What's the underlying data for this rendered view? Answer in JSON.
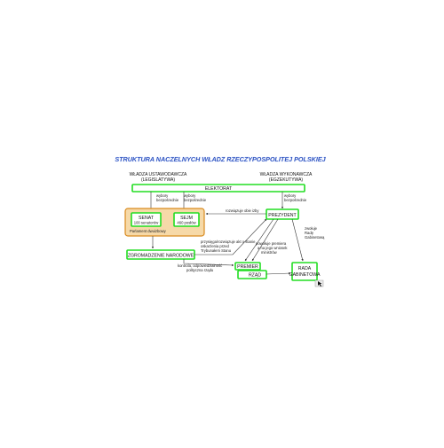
{
  "title": "STRUKTURA NACZELNYCH WŁADZ RZECZYPOSPOLITEJ POLSKIEJ",
  "headers": {
    "legislative_line1": "WŁADZA USTAWODAWCZA",
    "legislative_line2": "(LEGISLATYWA)",
    "executive_line1": "WŁADZA WYKONAWCZA",
    "executive_line2": "(EGZEKUTYWA)"
  },
  "nodes": {
    "elektorat": "ELEKTORAT",
    "senat": "SENAT",
    "senat_sub": "100 senatorów",
    "sejm": "SEJM",
    "sejm_sub": "460 posłów",
    "parlament": "Parlament dwuizbowy",
    "prezydent": "PREZYDENT",
    "zgromadzenie": "ZGROMADZENIE NARODOWE",
    "premier": "PREMIER",
    "rzad": "RZĄD",
    "rada_line1": "RADA",
    "rada_line2": "GABINETOWA"
  },
  "edge_labels": {
    "wybory_senat_1": "wybory",
    "wybory_senat_2": "bezpośrednie",
    "wybory_sejm_1": "wybory",
    "wybory_sejm_2": "bezpośrednie",
    "wybory_prez_1": "wybory",
    "wybory_prez_2": "bezpośrednie",
    "zwolanie": "rozwiązuje obie izby",
    "zgr_1": "przysięga/rozwiązuje akt o stanie",
    "zgr_2": "oskarżenia przed",
    "zgr_3": "Trybunałem Stanu",
    "kontrola_1": "kontrola, odpowiedzialność",
    "kontrola_2": "polityczna rządu",
    "powolanie_1": "powołuje premiera",
    "powolanie_2": "a na jego wniosek",
    "powolanie_3": "ministrów",
    "zwoluje_1": "zwołuje",
    "zwoluje_2": "Radę",
    "zwoluje_3": "Gabinetową"
  },
  "colors": {
    "box_border": "#22dd22",
    "parliament_fill": "#f6d9a8",
    "parliament_border": "#d98a1e",
    "title": "#1f3fa8"
  },
  "icons": [
    "cursor-icon"
  ]
}
